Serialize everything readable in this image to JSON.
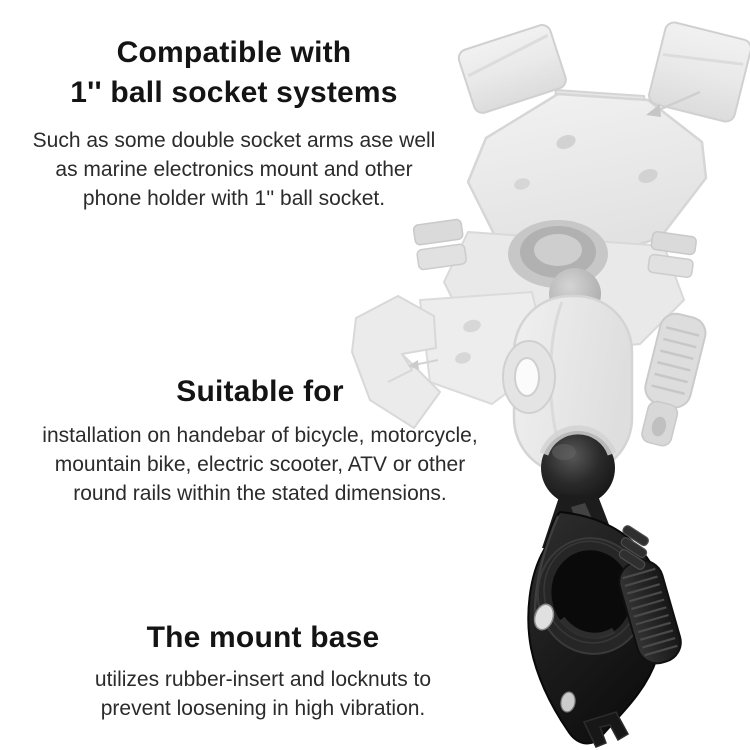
{
  "page": {
    "background": "#ffffff",
    "kind": "product-feature-infographic"
  },
  "sections": [
    {
      "id": "compatibility",
      "heading_lines": [
        "Compatible with",
        "1'' ball socket systems"
      ],
      "body_lines": [
        "Such as some double socket arms ase well",
        "as marine electronics mount and other",
        "phone holder with 1'' ball socket."
      ]
    },
    {
      "id": "suitability",
      "heading_lines": [
        "Suitable for"
      ],
      "body_lines": [
        "installation on handebar of bicycle, motorcycle,",
        "mountain bike, electric scooter, ATV or other",
        "round rails within the stated dimensions."
      ]
    },
    {
      "id": "mount-base",
      "heading_lines": [
        "The mount base"
      ],
      "body_lines": [
        "utilizes rubber-insert and locknuts to",
        "prevent loosening in high vibration."
      ]
    }
  ],
  "illustration": {
    "alt": "Exploded view: ghosted phone holder with corner grip pads and double socket arm on a solid black 1'' ball handlebar clamp base",
    "ghost_parts": [
      "corner-grip-pad-top-left",
      "corner-grip-pad-top-right",
      "corner-grip-pad-left",
      "mounting-backplate",
      "holder-body",
      "side-release-buttons",
      "ball-socket-boss",
      "double-socket-arm",
      "tightening-wing-nut"
    ],
    "solid_parts": [
      "one-inch-rubber-ball",
      "ball-stem",
      "handlebar-clamp-base",
      "knurled-thumb-screw",
      "locknut-screws"
    ],
    "colors": {
      "ghost_fill": "#ebebeb",
      "ghost_shade": "#c9c9c9",
      "black_part": "#1a1a1a",
      "heading_text": "#141414",
      "body_text": "#2b2b2b"
    }
  }
}
